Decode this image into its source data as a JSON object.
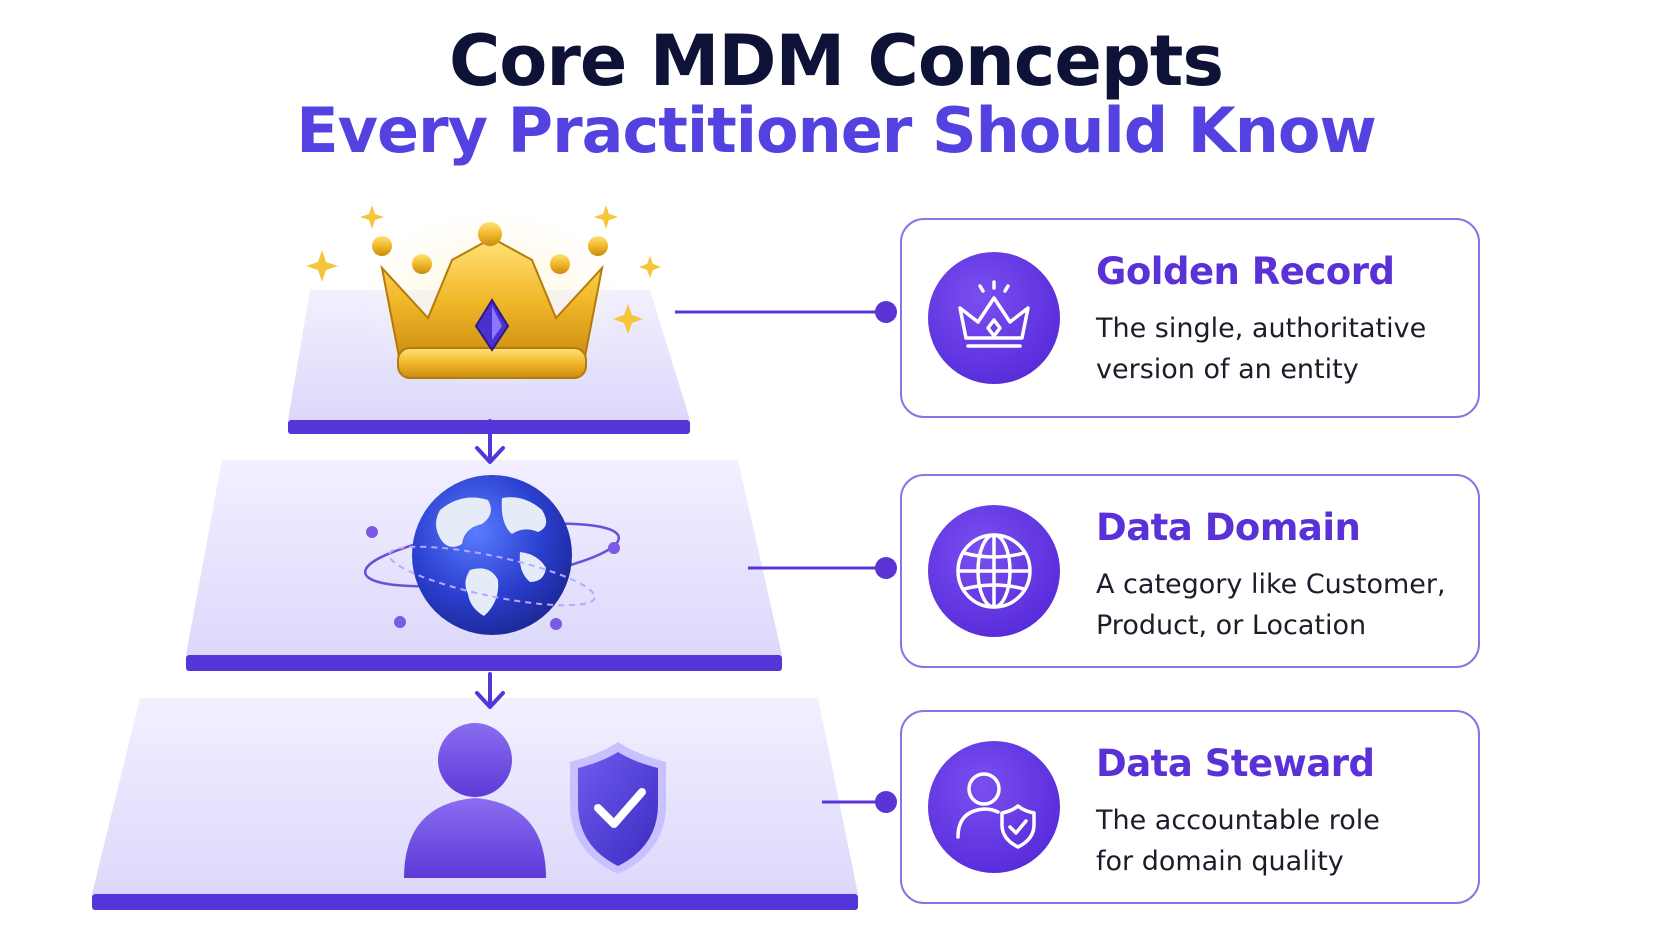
{
  "title": {
    "line1": "Core MDM Concepts",
    "line2": "Every Practitioner Should Know"
  },
  "colors": {
    "title": "#0f1237",
    "accent": "#5442e0",
    "brand_purple": "#5a31d6",
    "card_border": "#8a74e4",
    "connector": "#5b34d6"
  },
  "pyramid": {
    "tiers": [
      {
        "icon": "golden-crown-icon"
      },
      {
        "icon": "globe-with-orbits-icon"
      },
      {
        "icon": "person-with-shield-check-icon"
      }
    ]
  },
  "concepts": [
    {
      "title": "Golden Record",
      "description": [
        "The single, authoritative",
        "version of an entity"
      ],
      "icon": "crown-outline-icon"
    },
    {
      "title": "Data Domain",
      "description": [
        "A category like Customer,",
        "Product, or Location"
      ],
      "icon": "globe-outline-icon"
    },
    {
      "title": "Data Steward",
      "description": [
        "The accountable role",
        "for domain quality"
      ],
      "icon": "user-shield-outline-icon"
    }
  ]
}
